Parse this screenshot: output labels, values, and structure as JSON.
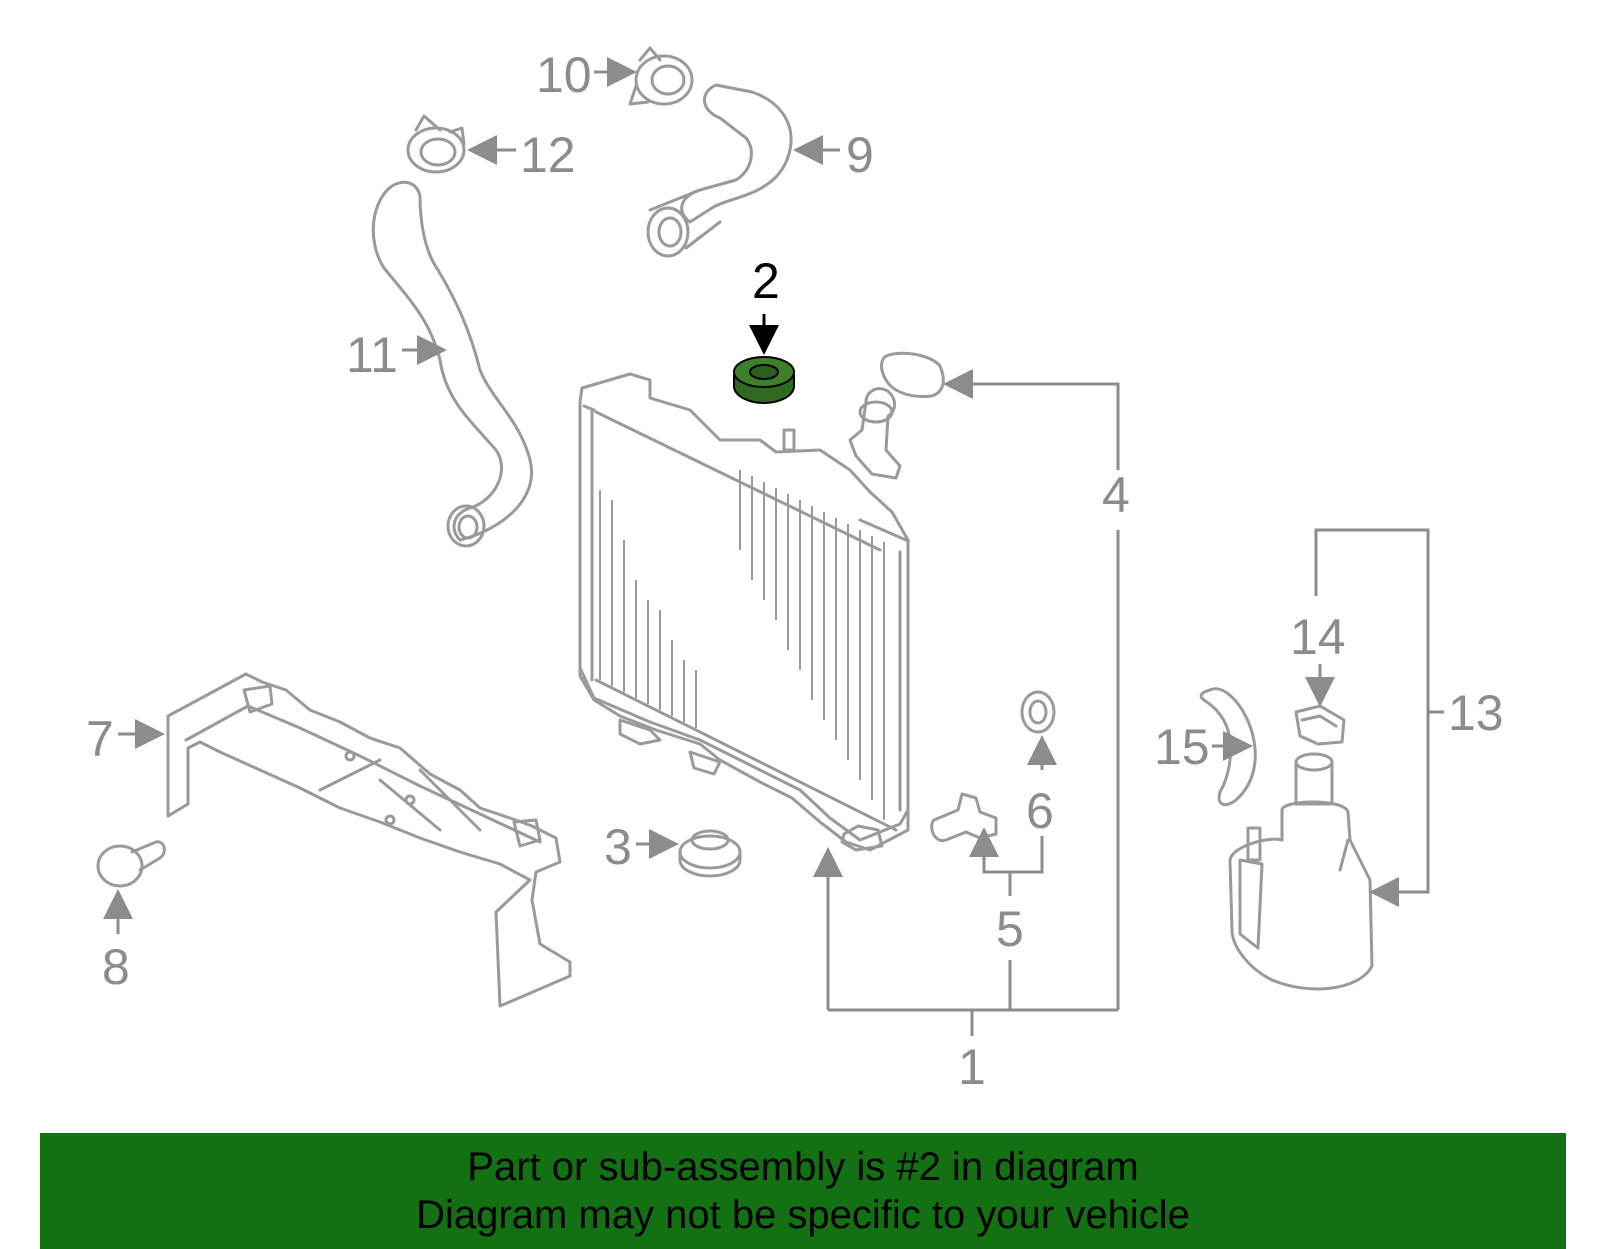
{
  "diagram": {
    "highlight_color": "#2f6a1f",
    "callouts": [
      "1",
      "2",
      "3",
      "4",
      "5",
      "6",
      "7",
      "8",
      "9",
      "10",
      "11",
      "12",
      "13",
      "14",
      "15"
    ],
    "highlighted_part": "2"
  },
  "banner": {
    "color": "#137113",
    "line1": "Part or sub-assembly is #2 in diagram",
    "line2": "Diagram may not be specific to your vehicle"
  }
}
